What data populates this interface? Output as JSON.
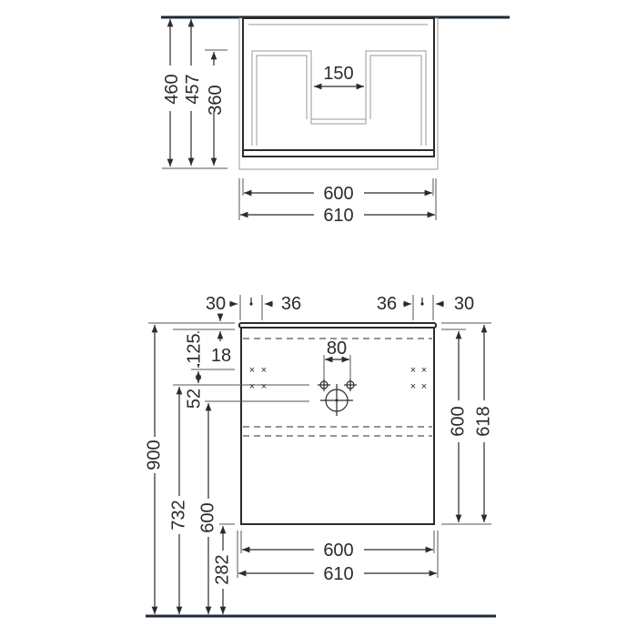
{
  "top_view": {
    "height_labels": [
      "460",
      "457",
      "360"
    ],
    "basin_gap_label": "150",
    "width_inner_label": "600",
    "width_outer_label": "610"
  },
  "front_view": {
    "offset_labels": {
      "left_outer": "30",
      "left_inner": "36",
      "right_inner": "36",
      "right_outer": "30"
    },
    "vertical_labels": {
      "top_to_holes": "125",
      "top_thickness": "18",
      "hole_spacing": "52",
      "total_height": "900",
      "floor_to_holes": "732",
      "floor_to_drain": "600",
      "floor_to_bottom": "282",
      "cabinet_height": "600",
      "cabinet_height_with_top": "618"
    },
    "tap_spacing_label": "80",
    "width_inner_label": "600",
    "width_outer_label": "610"
  }
}
